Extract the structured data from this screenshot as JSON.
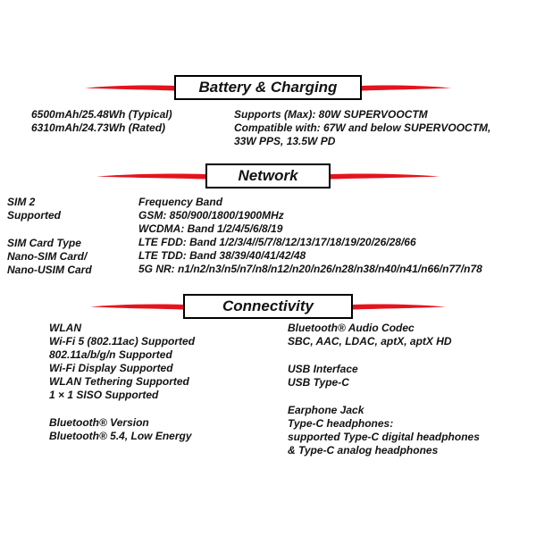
{
  "page": {
    "background": "#ffffff",
    "accent": "#e4141e",
    "text_color": "#121212"
  },
  "sections": [
    {
      "title": "Battery & Charging",
      "columns": [
        {
          "groups": [
            [
              "6500mAh/25.48Wh (Typical)",
              "6310mAh/24.73Wh (Rated)"
            ]
          ]
        },
        {
          "groups": [
            [
              "Supports (Max): 80W SUPERVOOCTM",
              "Compatible with: 67W and below SUPERVOOCTM,",
              "33W PPS, 13.5W PD"
            ]
          ]
        }
      ]
    },
    {
      "title": "Network",
      "columns": [
        {
          "groups": [
            [
              "SIM 2",
              "Supported"
            ],
            [
              "SIM Card Type",
              "Nano-SIM Card/",
              "Nano-USIM Card"
            ]
          ]
        },
        {
          "groups": [
            [
              "Frequency Band",
              "GSM: 850/900/1800/1900MHz",
              "WCDMA: Band 1/2/4/5/6/8/19",
              "LTE FDD: Band 1/2/3/4//5/7/8/12/13/17/18/19/20/26/28/66",
              "LTE TDD: Band 38/39/40/41/42/48",
              "5G NR: n1/n2/n3/n5/n7/n8/n12/n20/n26/n28/n38/n40/n41/n66/n77/n78"
            ]
          ]
        }
      ]
    },
    {
      "title": "Connectivity",
      "columns": [
        {
          "groups": [
            [
              "WLAN",
              "Wi-Fi 5 (802.11ac) Supported",
              "802.11a/b/g/n Supported",
              "Wi-Fi Display Supported",
              "WLAN Tethering Supported",
              "1 × 1 SISO Supported"
            ],
            [
              "Bluetooth® Version",
              "Bluetooth® 5.4, Low Energy"
            ]
          ]
        },
        {
          "groups": [
            [
              "Bluetooth® Audio Codec",
              "SBC, AAC, LDAC, aptX, aptX HD"
            ],
            [
              "USB Interface",
              "USB Type-C"
            ],
            [
              "Earphone Jack",
              "Type-C headphones:",
              "supported Type-C digital headphones",
              "& Type-C analog headphones"
            ]
          ]
        }
      ]
    }
  ]
}
